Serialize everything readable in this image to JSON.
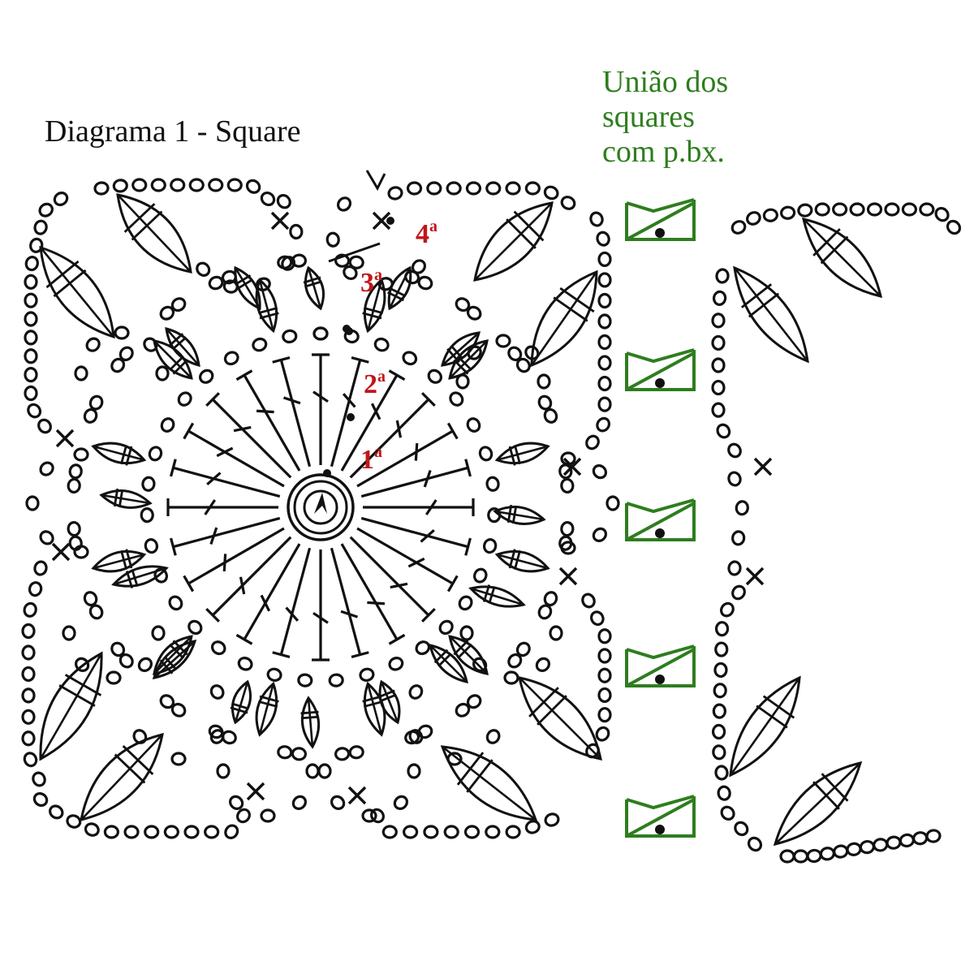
{
  "title": "Diagrama 1 - Square",
  "union_note": {
    "line1": "União dos",
    "line2": "squares",
    "line3": "com p.bx."
  },
  "round_labels": [
    {
      "num": "1",
      "suffix": "a"
    },
    {
      "num": "2",
      "suffix": "a"
    },
    {
      "num": "3",
      "suffix": "a"
    },
    {
      "num": "4",
      "suffix": "a"
    }
  ],
  "colors": {
    "ink": "#111111",
    "round_label": "#c0171b",
    "join": "#2e7d1e"
  },
  "legend_icons": [
    "chain-stitch",
    "double-crochet",
    "single-crochet",
    "slip-stitch",
    "cluster-petal",
    "magic-ring"
  ]
}
